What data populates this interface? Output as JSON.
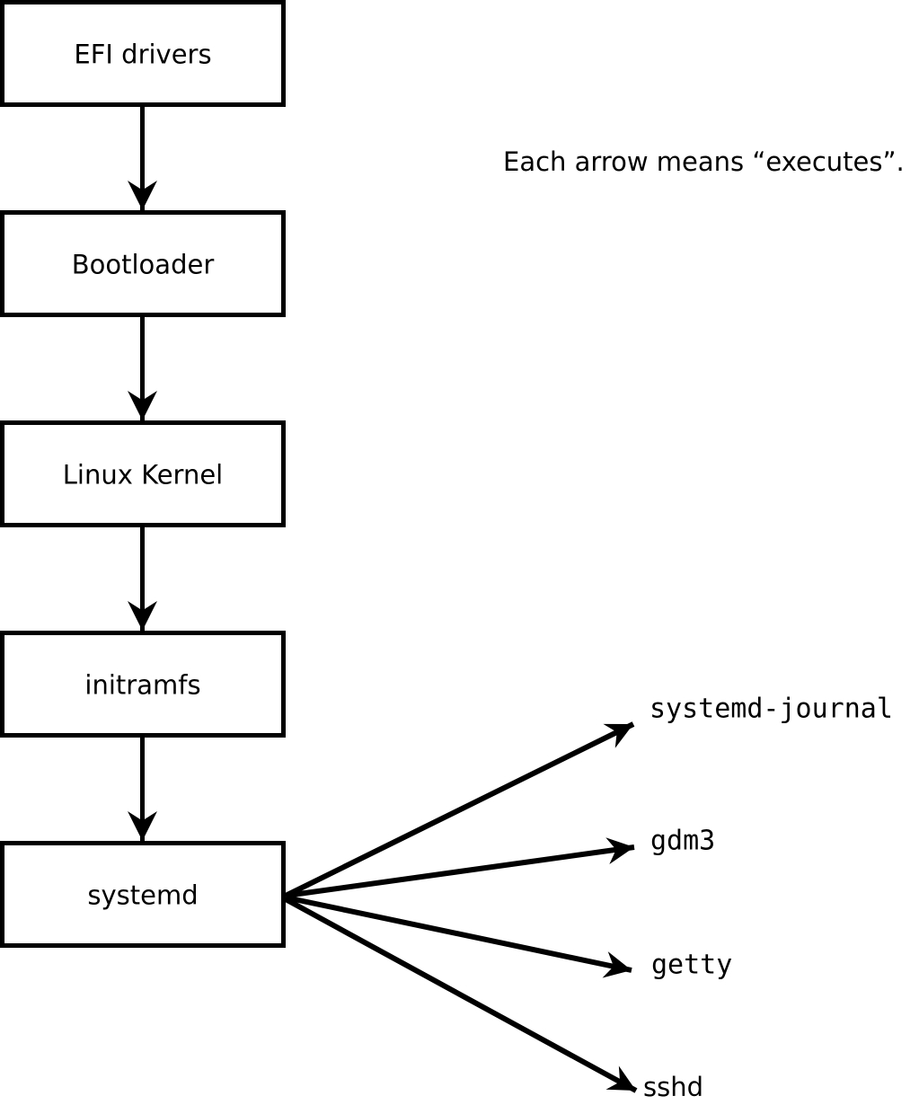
{
  "note": "Each arrow means “executes”.",
  "diagram": {
    "boxes": [
      {
        "id": "efi-drivers",
        "label": "EFI drivers"
      },
      {
        "id": "bootloader",
        "label": "Bootloader"
      },
      {
        "id": "linux-kernel",
        "label": "Linux Kernel"
      },
      {
        "id": "initramfs",
        "label": "initramfs"
      },
      {
        "id": "systemd",
        "label": "systemd"
      }
    ],
    "targets": [
      {
        "id": "systemd-journal",
        "label": "systemd-journal"
      },
      {
        "id": "gdm3",
        "label": "gdm3"
      },
      {
        "id": "getty",
        "label": "getty"
      },
      {
        "id": "sshd",
        "label": "sshd"
      }
    ]
  },
  "colors": {
    "line": "#000000",
    "background": "#ffffff"
  }
}
